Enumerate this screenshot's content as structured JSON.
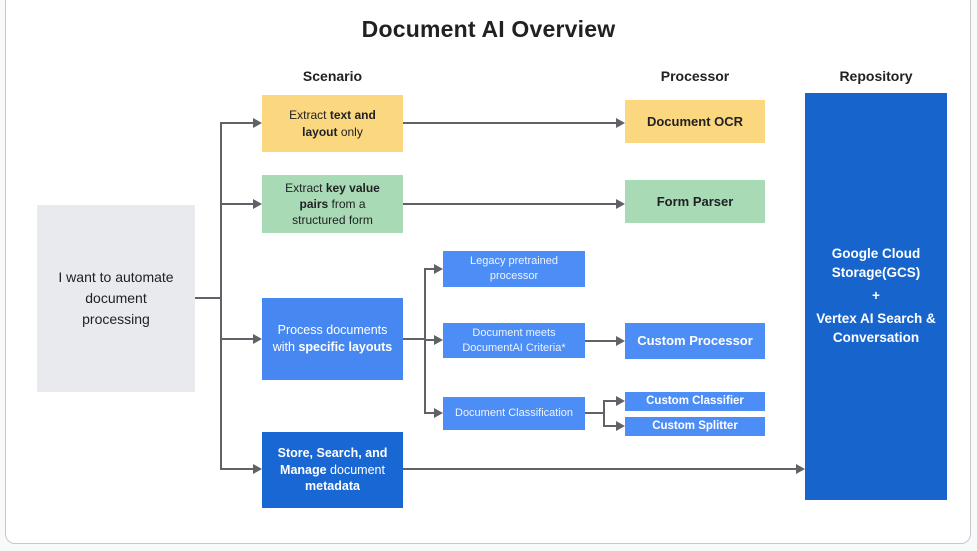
{
  "title": "Document AI Overview",
  "columns": {
    "scenario": "Scenario",
    "processor": "Processor",
    "repository": "Repository"
  },
  "start": {
    "text": "I want to automate document processing"
  },
  "scenarios": {
    "extract_text": {
      "segments": [
        {
          "t": "Extract ",
          "b": false
        },
        {
          "t": "text and layout",
          "b": true
        },
        {
          "t": " only",
          "b": false
        }
      ]
    },
    "extract_kv": {
      "segments": [
        {
          "t": "Extract ",
          "b": false
        },
        {
          "t": "key value pairs",
          "b": true
        },
        {
          "t": " from a structured form",
          "b": false
        }
      ]
    },
    "process_layouts": {
      "segments": [
        {
          "t": "Process documents with ",
          "b": false
        },
        {
          "t": "specific layouts",
          "b": true
        }
      ]
    },
    "store_search": {
      "segments": [
        {
          "t": "Store, Search, and Manage",
          "b": true
        },
        {
          "t": " document ",
          "b": false
        },
        {
          "t": "metadata",
          "b": true
        }
      ]
    }
  },
  "intermediates": {
    "legacy_pretrained": "Legacy pretrained processor",
    "doc_meets": "Document meets DocumentAI Criteria*",
    "doc_classification": "Document Classification"
  },
  "processors": {
    "document_ocr": "Document OCR",
    "form_parser": "Form Parser",
    "custom_processor": "Custom Processor",
    "custom_classifier": "Custom Classifier",
    "custom_splitter": "Custom Splitter"
  },
  "repository": {
    "line1": "Google Cloud Storage(GCS)",
    "plus": "+",
    "line2": "Vertex AI Search & Conversation"
  },
  "colors": {
    "yellow": "#FBD87F",
    "green": "#A8DAB5",
    "blue": "#4687F1",
    "blue_light": "#4D8DF6",
    "blue_dark": "#1967D2",
    "repo_blue": "#1765CC",
    "start_gray": "#E8EAED",
    "connector_gray": "#5F6368",
    "text_dark": "#202124"
  }
}
